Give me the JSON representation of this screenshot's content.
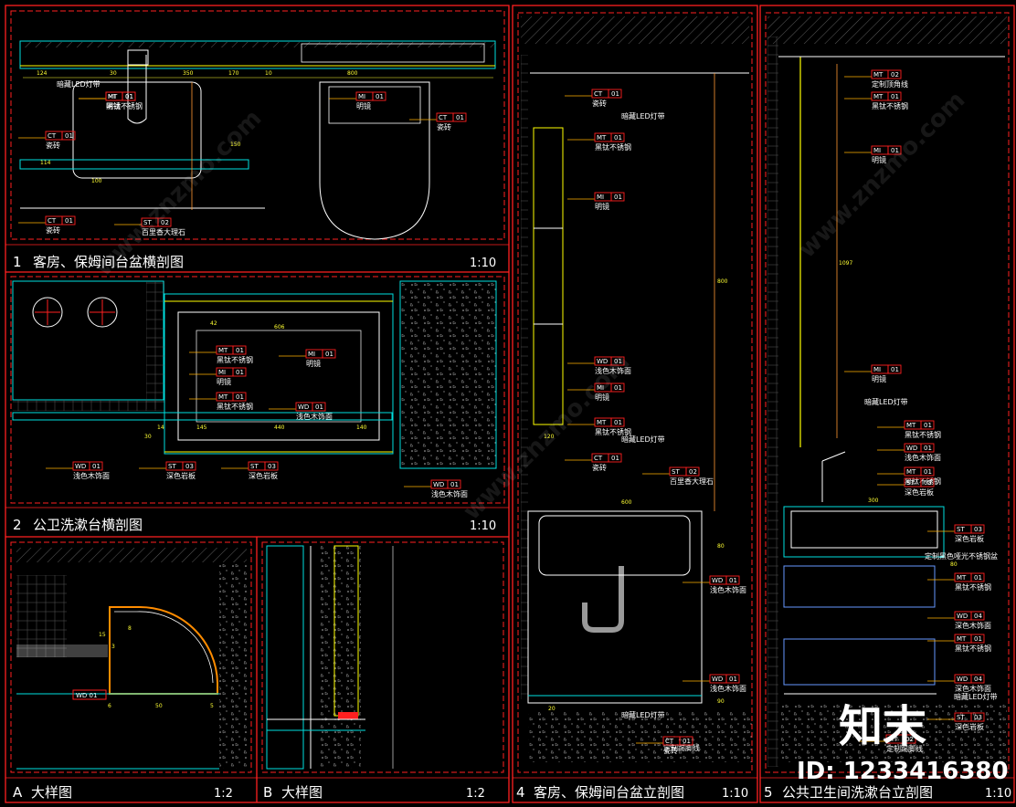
{
  "colors": {
    "frame": "#ff2020",
    "wall": "#00e0e0",
    "tag": "#ff2020",
    "leader": "#ffb000",
    "dim": "#ffff33",
    "fixture": "#ffffff",
    "led": "#ffff00"
  },
  "panels": {
    "p1": {
      "num": "1",
      "title": "客房、保姆间台盆横剖图",
      "scale": "1:10"
    },
    "p2": {
      "num": "2",
      "title": "公卫洗漱台横剖图",
      "scale": "1:10"
    },
    "pA": {
      "num": "A",
      "title": "大样图",
      "scale": "1:2"
    },
    "pB": {
      "num": "B",
      "title": "大样图",
      "scale": "1:2"
    },
    "p4": {
      "num": "4",
      "title": "客房、保姆间台盆立剖图",
      "scale": "1:10"
    },
    "p5": {
      "num": "5",
      "title": "公共卫生间洗漱台立剖图",
      "scale": "1:10"
    }
  },
  "callouts": {
    "p1": [
      {
        "code": "MT",
        "num": "01",
        "name": "黑钛不锈钢",
        "extra": "暗藏LED灯带"
      },
      {
        "code": "MI",
        "num": "01",
        "name": "明镜"
      },
      {
        "code": "MI",
        "num": "01",
        "name": "明镜"
      },
      {
        "code": "CT",
        "num": "01",
        "name": "瓷砖"
      },
      {
        "code": "CT",
        "num": "01",
        "name": "瓷砖"
      },
      {
        "code": "ST",
        "num": "02",
        "name": "百里香大理石"
      },
      {
        "code": "CT",
        "num": "01",
        "name": "瓷砖"
      }
    ],
    "p2": [
      {
        "code": "MT",
        "num": "01",
        "name": "黑钛不锈钢"
      },
      {
        "code": "MI",
        "num": "01",
        "name": "明镜"
      },
      {
        "code": "MI",
        "num": "01",
        "name": "明镜"
      },
      {
        "code": "MT",
        "num": "01",
        "name": "黑钛不锈钢"
      },
      {
        "code": "WD",
        "num": "01",
        "name": "浅色木饰面"
      },
      {
        "code": "WD",
        "num": "01",
        "name": "浅色木饰面"
      },
      {
        "code": "ST",
        "num": "03",
        "name": "深色岩板"
      },
      {
        "code": "ST",
        "num": "03",
        "name": "深色岩板"
      },
      {
        "code": "WD",
        "num": "01",
        "name": "浅色木饰面"
      }
    ],
    "p4": [
      {
        "code": "CT",
        "num": "01",
        "name": "瓷砖"
      },
      {
        "code": "MT",
        "num": "01",
        "name": "黑钛不锈钢"
      },
      {
        "code": "MI",
        "num": "01",
        "name": "明镜"
      },
      {
        "code": "WD",
        "num": "01",
        "name": "浅色木饰面"
      },
      {
        "code": "MI",
        "num": "01",
        "name": "明镜"
      },
      {
        "code": "MT",
        "num": "01",
        "name": "黑钛不锈钢"
      },
      {
        "code": "CT",
        "num": "01",
        "name": "瓷砖"
      },
      {
        "code": "ST",
        "num": "02",
        "name": "百里香大理石"
      },
      {
        "code": "WD",
        "num": "01",
        "name": "浅色木饰面"
      },
      {
        "code": "WD",
        "num": "01",
        "name": "浅色木饰面"
      },
      {
        "code": "CT",
        "num": "01",
        "name": "瓷砖"
      }
    ],
    "p5": [
      {
        "code": "MT",
        "num": "02",
        "name": "定制顶角线"
      },
      {
        "code": "MT",
        "num": "01",
        "name": "黑钛不锈钢"
      },
      {
        "code": "MI",
        "num": "01",
        "name": "明镜"
      },
      {
        "code": "MI",
        "num": "01",
        "name": "明镜"
      },
      {
        "code": "MT",
        "num": "01",
        "name": "黑钛不锈钢"
      },
      {
        "code": "WD",
        "num": "01",
        "name": "浅色木饰面"
      },
      {
        "code": "MT",
        "num": "01",
        "name": "黑钛不锈钢"
      },
      {
        "code": "ST",
        "num": "03",
        "name": "深色岩板"
      },
      {
        "code": "ST",
        "num": "03",
        "name": "深色岩板"
      },
      {
        "code": "MT",
        "num": "01",
        "name": "黑钛不锈钢"
      },
      {
        "code": "WD",
        "num": "04",
        "name": "深色木饰面"
      },
      {
        "code": "MT",
        "num": "01",
        "name": "黑钛不锈钢"
      },
      {
        "code": "WD",
        "num": "04",
        "name": "深色木饰面"
      },
      {
        "code": "ST",
        "num": "03",
        "name": "深色岩板"
      },
      {
        "code": "MT",
        "num": "02",
        "name": "定制踢脚线"
      }
    ]
  },
  "notes": {
    "led1": "暗藏LED灯带",
    "led4a": "暗藏LED灯带",
    "led4b": "暗藏LED灯带",
    "led4c": "暗藏LED灯带",
    "led5a": "暗藏LED灯带",
    "led5b": "暗藏LED灯带",
    "basin_note": "定制黑色哑光不锈钢盆",
    "skirting4": "定制踢脚线"
  },
  "dimensions": {
    "p1": [
      "124",
      "30",
      "350",
      "800",
      "170",
      "10",
      "150",
      "100",
      "114"
    ],
    "p2": [
      "42",
      "606",
      "145",
      "440",
      "140",
      "14",
      "30"
    ],
    "pA": [
      "15",
      "6",
      "3",
      "50",
      "8",
      "5"
    ],
    "p4": [
      "20",
      "800",
      "600",
      "120",
      "80",
      "90"
    ],
    "p5": [
      "1097",
      "300",
      "80"
    ]
  },
  "watermark": {
    "site": "www.znzmo.com",
    "brand": "知末",
    "id_label": "ID: 1233416380"
  }
}
